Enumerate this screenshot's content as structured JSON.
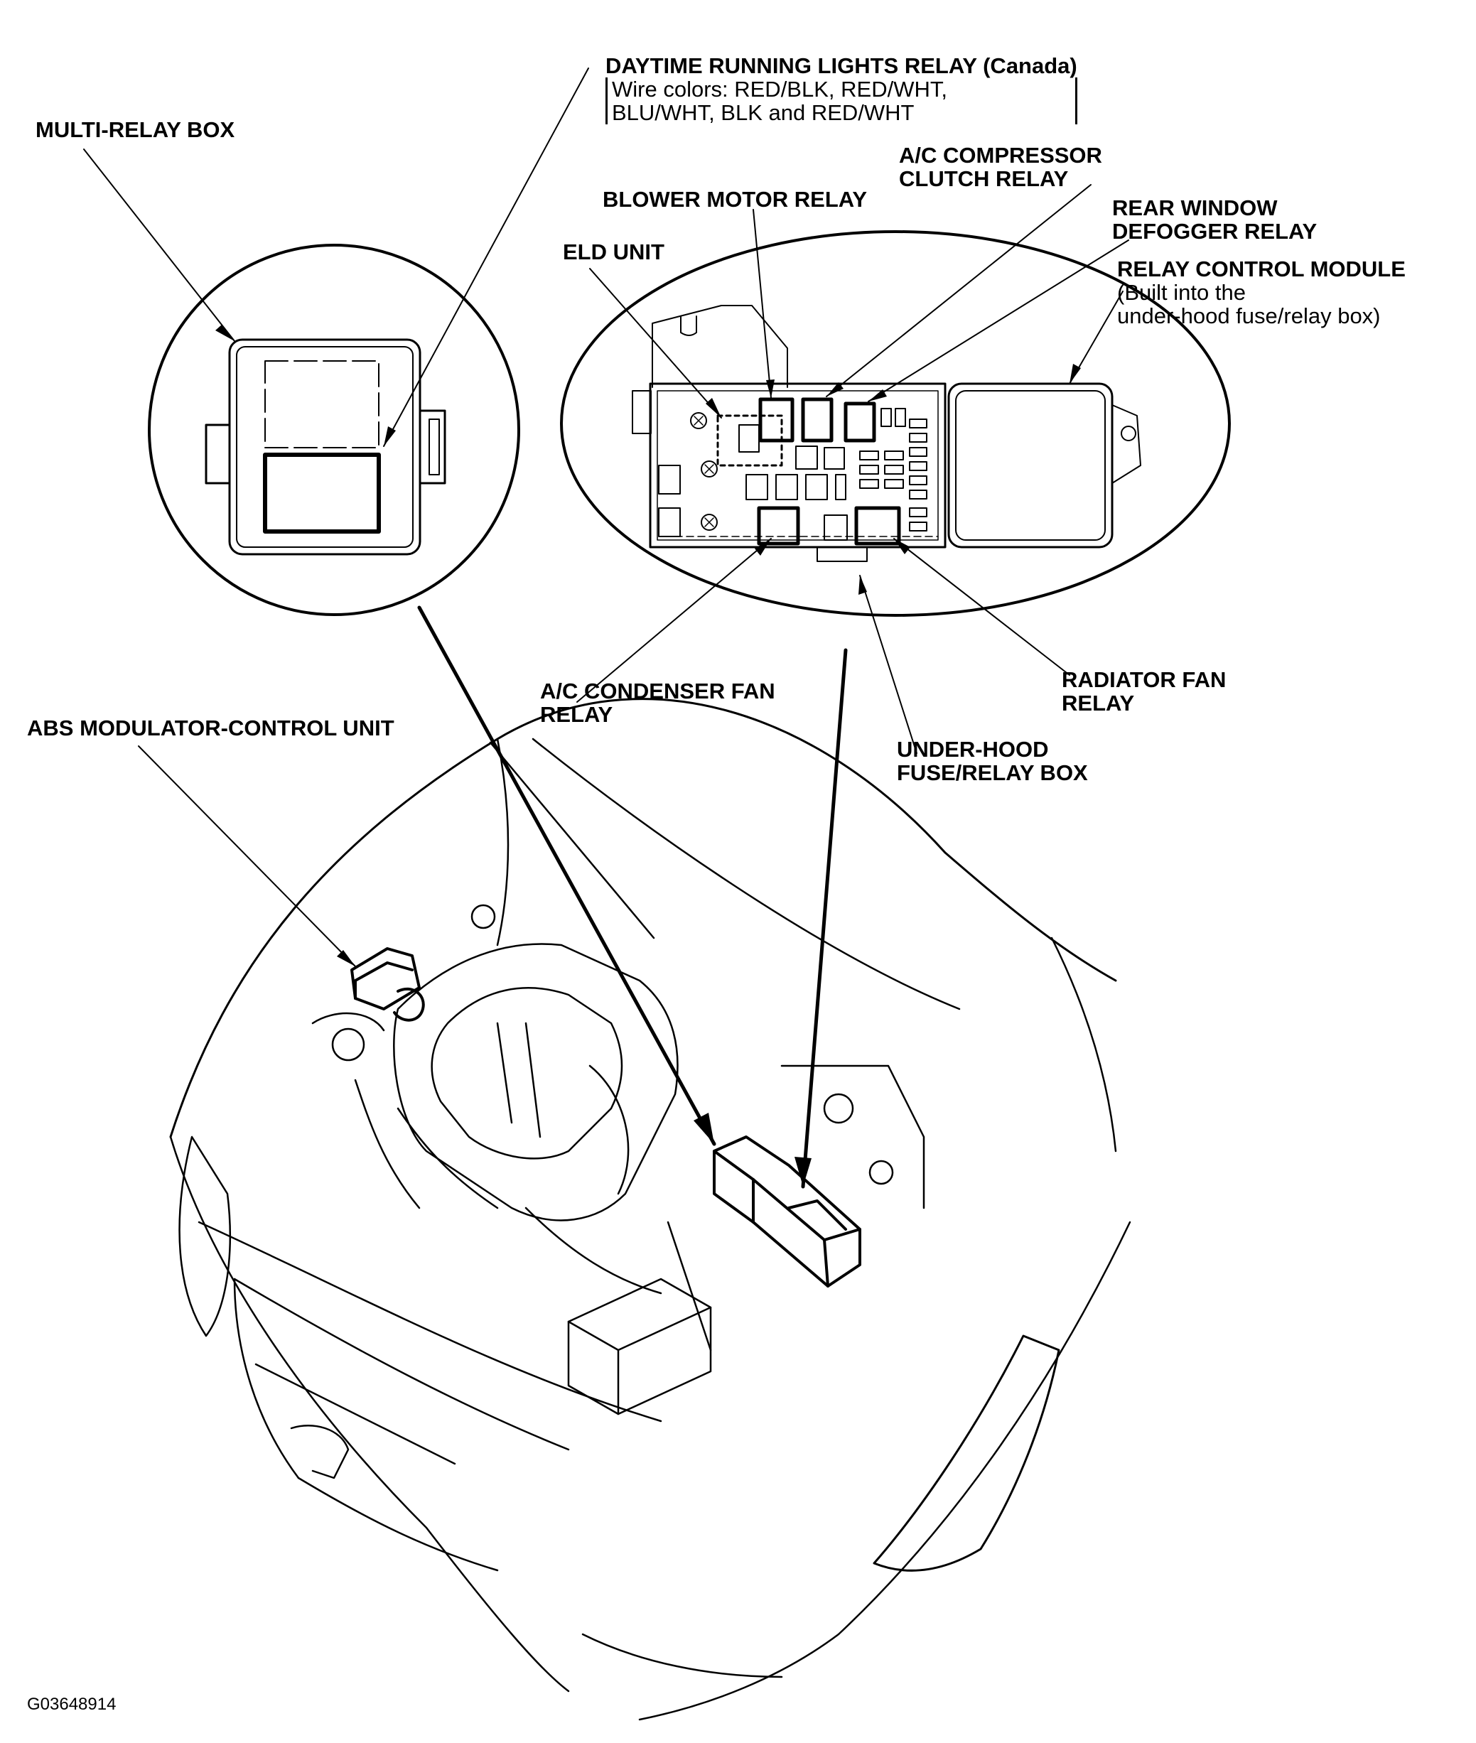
{
  "labels": {
    "daytime_running_lights_relay": {
      "line1": "DAYTIME RUNNING LIGHTS RELAY",
      "qualifier": "(Canada)",
      "note_line1": "Wire colors: RED/BLK, RED/WHT,",
      "note_line2": "BLU/WHT, BLK and RED/WHT"
    },
    "multi_relay_box": {
      "line1": "MULTI-RELAY BOX"
    },
    "ac_compressor_clutch_relay": {
      "line1": "A/C COMPRESSOR",
      "line2": "CLUTCH RELAY"
    },
    "blower_motor_relay": {
      "line1": "BLOWER MOTOR RELAY"
    },
    "rear_window_defogger_relay": {
      "line1": "REAR WINDOW",
      "line2": "DEFOGGER RELAY"
    },
    "eld_unit": {
      "line1": "ELD UNIT"
    },
    "relay_control_module": {
      "line1": "RELAY CONTROL MODULE",
      "note_line1": "(Built into the",
      "note_line2": "under-hood fuse/relay box)"
    },
    "ac_condenser_fan_relay": {
      "line1": "A/C CONDENSER FAN",
      "line2": "RELAY"
    },
    "radiator_fan_relay": {
      "line1": "RADIATOR FAN",
      "line2": "RELAY"
    },
    "abs_modulator_control_unit": {
      "line1": "ABS MODULATOR-CONTROL UNIT"
    },
    "under_hood_fuse_relay_box": {
      "line1": "UNDER-HOOD",
      "line2": "FUSE/RELAY BOX"
    }
  },
  "figure_code": "G03648914"
}
